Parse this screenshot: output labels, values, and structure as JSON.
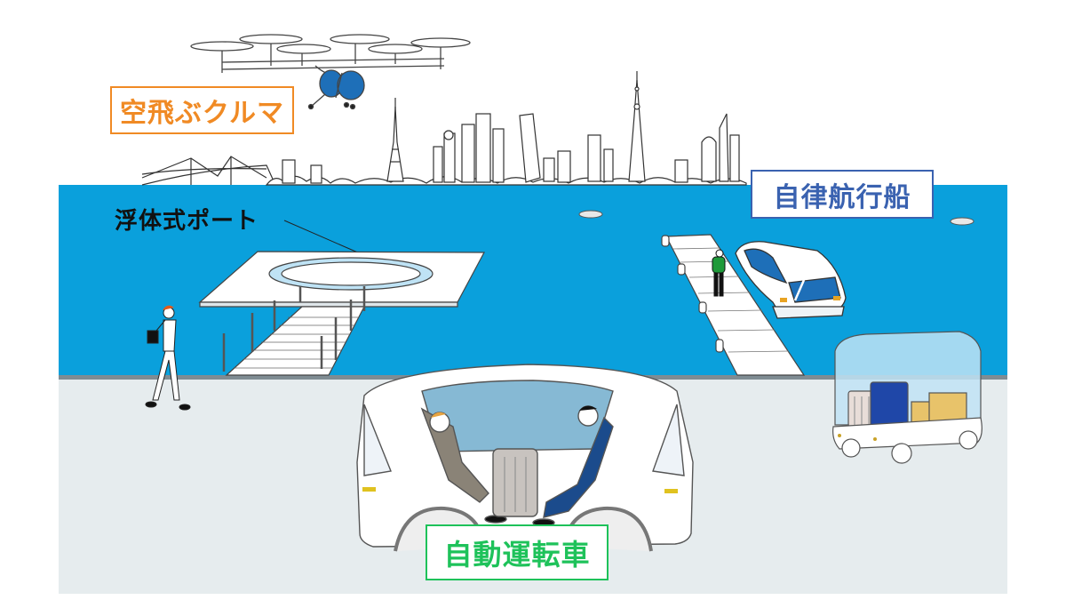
{
  "scene": {
    "description": "Waterfront future mobility illustration",
    "colors": {
      "water": "#0aa0dc",
      "shore_line": "#7f8c93",
      "ground": "#e6ecee",
      "flying_car_label": "#f08a24",
      "ship_label": "#3a62b0",
      "car_label": "#1ec25a",
      "port_label": "#111111",
      "vehicle_blue": "#1e6fb8",
      "window_blue": "#86b9d4",
      "glass": "#bfe3f5"
    }
  },
  "labels": {
    "flying_car": "空飛ぶクルマ",
    "autonomous_ship": "自律航行船",
    "floating_port": "浮体式ポート",
    "autonomous_car": "自動運転車"
  },
  "illustration_elements": [
    {
      "name": "flying-car-drone",
      "label_ref": "flying_car"
    },
    {
      "name": "city-skyline"
    },
    {
      "name": "rainbow-bridge"
    },
    {
      "name": "tokyo-tower"
    },
    {
      "name": "skytree"
    },
    {
      "name": "floating-port-platform",
      "label_ref": "floating_port"
    },
    {
      "name": "pier-walkway"
    },
    {
      "name": "autonomous-ship",
      "label_ref": "autonomous_ship"
    },
    {
      "name": "person-green-jacket"
    },
    {
      "name": "walking-woman"
    },
    {
      "name": "autonomous-car",
      "label_ref": "autonomous_car"
    },
    {
      "name": "luggage-cart-robot"
    },
    {
      "name": "distant-boats",
      "count": 2
    }
  ]
}
